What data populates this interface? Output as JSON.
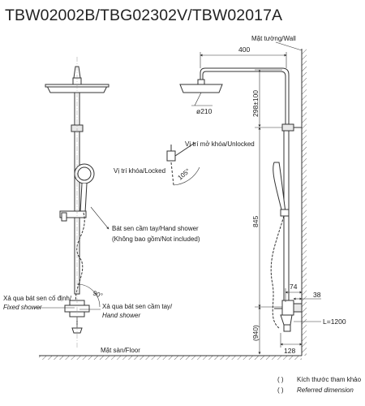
{
  "title": "TBW02002B/TBG02302V/TBW02017A",
  "labels": {
    "wall": "Mặt tường/Wall",
    "unlocked": "Vị trí mở khóa/Unlocked",
    "locked": "Vị trí khóa/Locked",
    "hand_shower_1": "Bát sen cầm tay/Hand shower",
    "hand_shower_2": "(Không bao gồm/Not included)",
    "fixed_shower_1": "Xả qua bát sen cố định/",
    "fixed_shower_2": "Fixed shower",
    "hand_outlet_1": "Xả qua bát sen cầm tay/",
    "hand_outlet_2": "Hand shower",
    "floor": "Mặt sàn/Floor"
  },
  "dimensions": {
    "arm_length": "400",
    "head_diameter": "ø210",
    "head_drop": "298±100",
    "bar_height": "845",
    "floor_height": "(940)",
    "valve_depth_1": "74",
    "valve_depth_2": "38",
    "hose_length": "L=1200",
    "valve_offset": "128",
    "lock_angle": "105°",
    "spout_angle": "90°"
  },
  "legend": [
    {
      "symbol": "(      )",
      "text": "Kích thước tham khảo"
    },
    {
      "symbol": "(      )",
      "text": "Referred dimension"
    }
  ]
}
